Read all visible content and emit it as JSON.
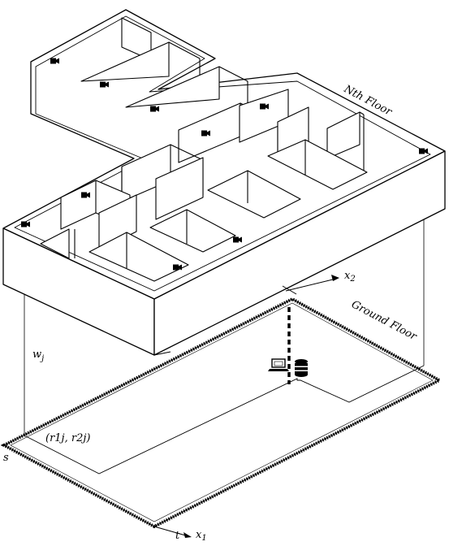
{
  "diagram": {
    "labels": {
      "top_floor": "Nth Floor",
      "ground_floor": "Ground Floor",
      "axis_x1": "x",
      "axis_x1_sub": "1",
      "axis_x2": "x",
      "axis_x2_sub": "2",
      "weight": "w",
      "weight_sub": "j",
      "coordinates": "(r1j, r2j)",
      "origin_s": "s",
      "origin_t": "t"
    },
    "icons": {
      "camera": "camera-icon",
      "laptop": "laptop-icon",
      "database": "database-icon"
    },
    "colors": {
      "line": "#000000",
      "background": "#ffffff"
    }
  }
}
